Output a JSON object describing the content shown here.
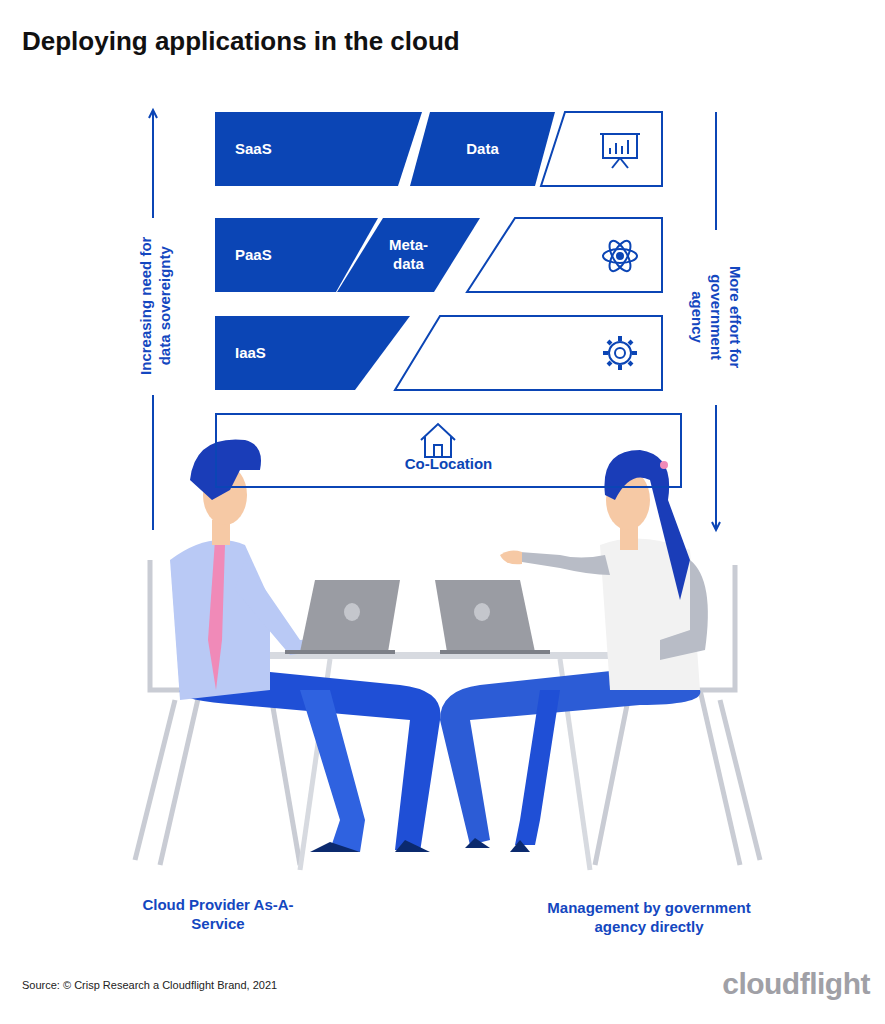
{
  "diagram": {
    "title": "Deploying applications in the cloud",
    "nodes": [
      {
        "text": [
          "SaaS"
        ]
      },
      {
        "text": [
          "Data"
        ]
      },
      {
        "text": [
          "PaaS"
        ]
      },
      {
        "text": [
          "Meta- data"
        ]
      },
      {
        "text": [
          "IaaS"
        ]
      },
      {
        "text": [
          "Co-Location"
        ]
      }
    ],
    "labels": [
      "Increasing need for data sovereignty",
      "More effort for government agency",
      "Cloud Provider As-A-Service",
      "Management by government agency directly",
      "Source: © Crisp Research a Cloudflight Brand, 2021",
      "cloudflight"
    ]
  }
}
